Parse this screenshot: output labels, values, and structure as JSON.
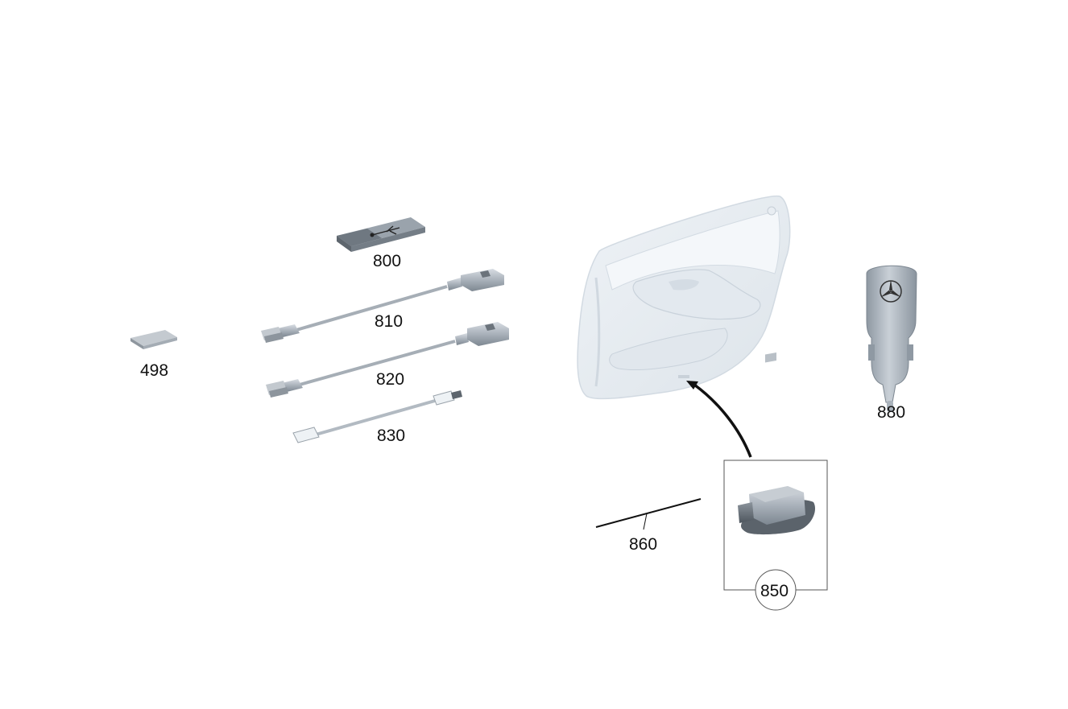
{
  "diagram": {
    "parts": [
      {
        "id": "498",
        "label": "498",
        "icon": "sd-card-icon"
      },
      {
        "id": "800",
        "label": "800",
        "icon": "usb-stick-icon"
      },
      {
        "id": "810",
        "label": "810",
        "icon": "adapter-cable-icon"
      },
      {
        "id": "820",
        "label": "820",
        "icon": "adapter-cable-icon"
      },
      {
        "id": "830",
        "label": "830",
        "icon": "usb-cable-icon"
      },
      {
        "id": "850",
        "label": "850",
        "icon": "usb-socket-icon"
      },
      {
        "id": "860",
        "label": "860",
        "icon": "cable-line-icon"
      },
      {
        "id": "880",
        "label": "880",
        "icon": "car-charger-icon"
      }
    ],
    "door_panel_icon": "door-trim-panel-icon",
    "star_logo_icon": "three-pointed-star-icon"
  }
}
